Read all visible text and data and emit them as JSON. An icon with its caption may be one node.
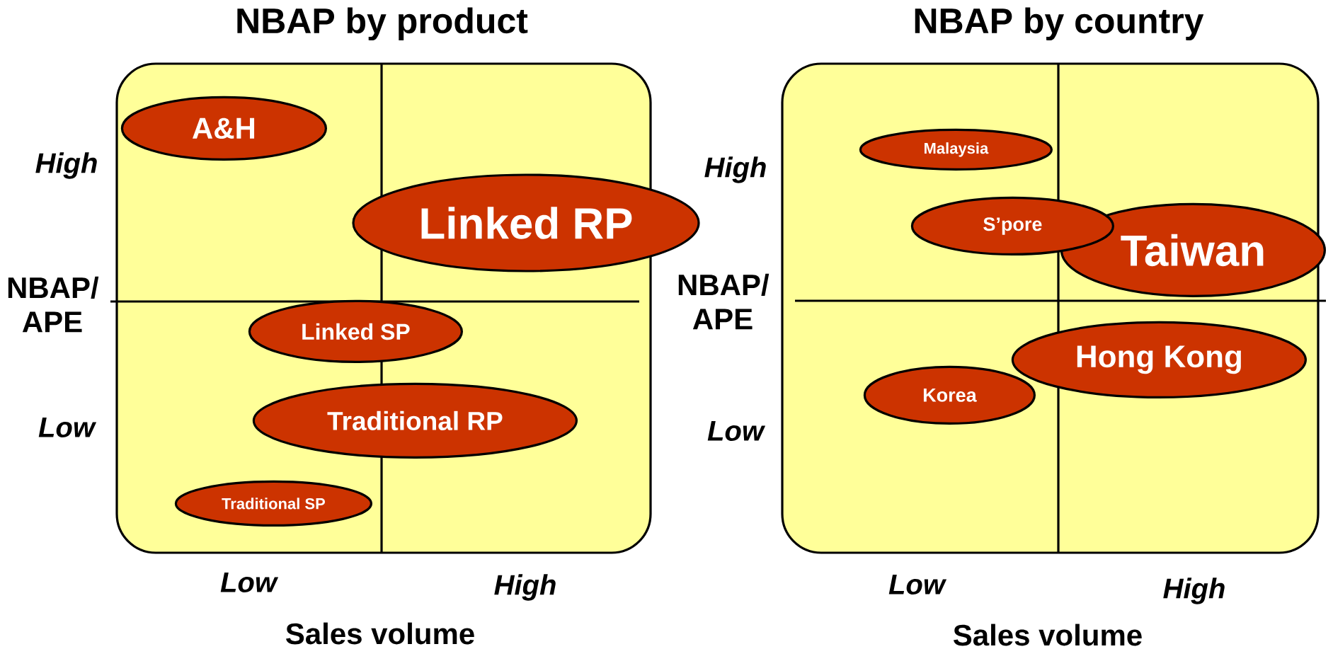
{
  "diagram": {
    "nodes": [
      {
        "text": [
          "NBAP by product"
        ]
      },
      {
        "text": [
          "A&H"
        ],
        "in": 0
      },
      {
        "text": [
          "Linked RP"
        ]
      },
      {
        "text": [
          "Linked SP"
        ],
        "in": 0
      },
      {
        "text": [
          "Traditional RP"
        ],
        "in": 0
      },
      {
        "text": [
          "Traditional SP"
        ],
        "in": 0
      },
      {
        "text": [
          "NBAP by country"
        ]
      },
      {
        "text": [
          "Malaysia"
        ],
        "in": 6
      },
      {
        "text": [
          "S’pore"
        ],
        "in": 6
      },
      {
        "text": [
          "Taiwan"
        ],
        "in": 6
      },
      {
        "text": [
          "Hong Kong"
        ],
        "in": 6
      },
      {
        "text": [
          "Korea"
        ],
        "in": 6
      }
    ],
    "labels": [
      "High",
      "NBAP/ APE",
      "Low",
      "Low",
      "High",
      "Sales volume",
      "High",
      "NBAP/ APE",
      "Low",
      "Low",
      "High",
      "Sales volume"
    ]
  }
}
